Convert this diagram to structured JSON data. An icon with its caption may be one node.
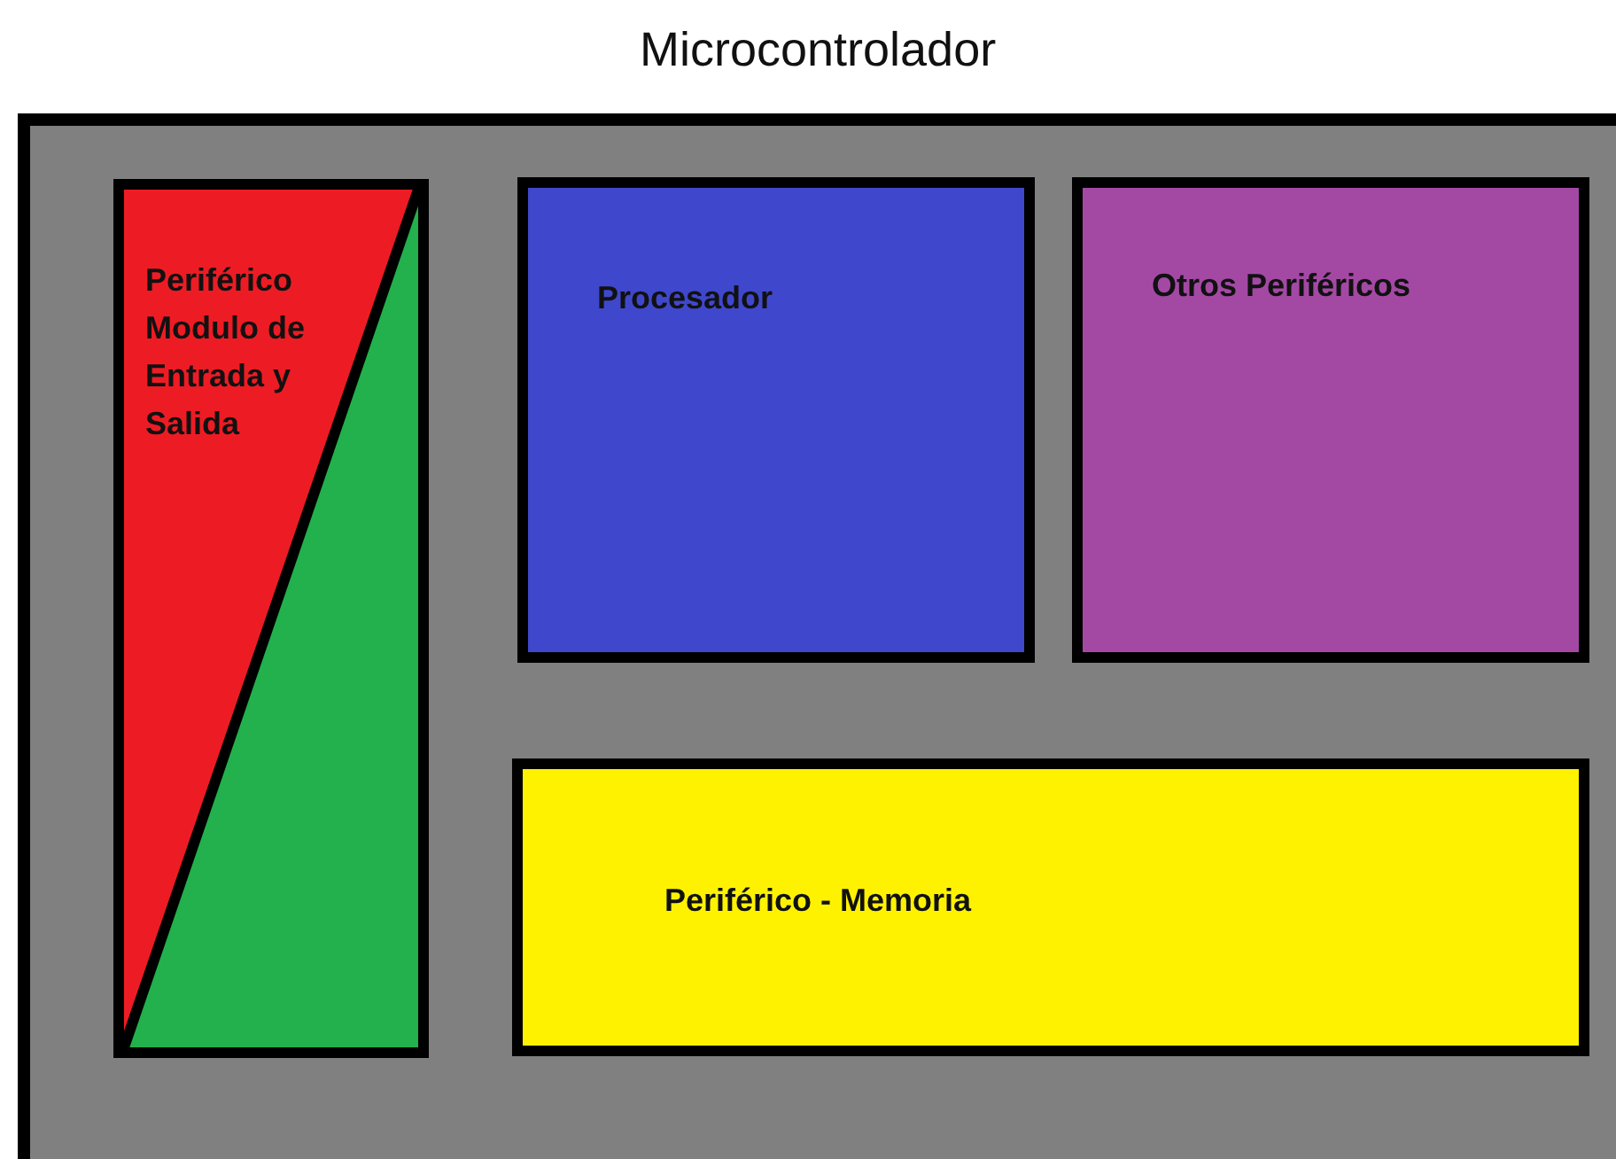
{
  "diagram": {
    "nodes": [
      {
        "text": [
          "Microcontrolador"
        ]
      },
      {
        "text": [
          "Periférico Modulo de Entrada y Salida"
        ],
        "in": 0
      },
      {
        "text": [
          "Procesador"
        ],
        "in": 0
      },
      {
        "text": [
          "Otros Periféricos"
        ],
        "in": 0
      },
      {
        "text": [
          "Periférico - Memoria"
        ],
        "in": 0
      }
    ]
  }
}
